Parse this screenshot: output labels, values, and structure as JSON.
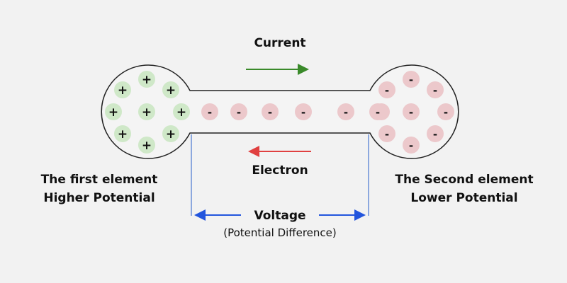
{
  "labels": {
    "current": "Current",
    "electron": "Electron",
    "voltage": "Voltage",
    "potential_difference": "(Potential Difference)",
    "first_element_line1": "The first element",
    "first_element_line2": "Higher Potential",
    "second_element_line1": "The Second element",
    "second_element_line2": "Lower Potential"
  },
  "charges": {
    "positive_symbol": "+",
    "negative_symbol": "-",
    "positive_count": 9,
    "wire_negative_count": 6,
    "right_negative_count": 9
  },
  "colors": {
    "current_arrow": "#3a8a2a",
    "electron_arrow": "#e04040",
    "voltage_arrow": "#2255dd",
    "positive_fill": "#cfe8c8",
    "negative_fill": "#ecc8cb",
    "outline": "#222222",
    "bracket": "#6a8fd8"
  }
}
